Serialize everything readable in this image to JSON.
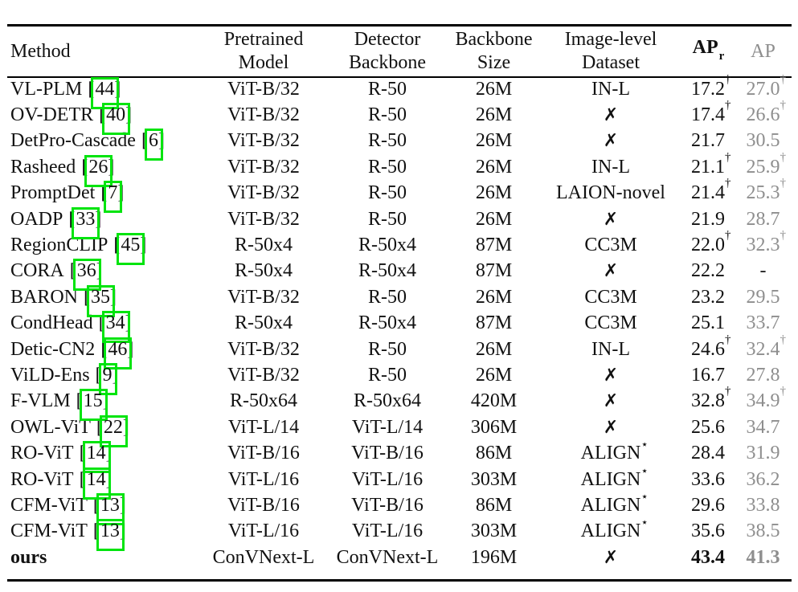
{
  "colors": {
    "link_box_green": "#00e40e",
    "secondary_metric_gray": "#8e8e8e",
    "text": "#111111"
  },
  "table": {
    "cite_brackets": {
      "open": "[",
      "close": "]"
    },
    "header": {
      "method": "Method",
      "pretrained": [
        "Pretrained",
        "Model"
      ],
      "detector": [
        "Detector",
        "Backbone"
      ],
      "size": [
        "Backbone",
        "Size"
      ],
      "dataset": [
        "Image-level",
        "Dataset"
      ],
      "apr": {
        "text": "AP",
        "sub": "r"
      },
      "ap": "AP"
    },
    "rows": [
      {
        "method": "VL-PLM",
        "cite": "44",
        "pretrained": "ViT-B/32",
        "detector": "R-50",
        "size": "26M",
        "dataset": "IN-L",
        "dataset_sup": "",
        "apr": "17.2",
        "apr_sup": "†",
        "ap": "27.0",
        "ap_sup": "†",
        "bold": false
      },
      {
        "method": "OV-DETR",
        "cite": "40",
        "pretrained": "ViT-B/32",
        "detector": "R-50",
        "size": "26M",
        "dataset": "✗",
        "dataset_sup": "",
        "apr": "17.4",
        "apr_sup": "†",
        "ap": "26.6",
        "ap_sup": "†",
        "bold": false
      },
      {
        "method": "DetPro-Cascade",
        "cite": "6",
        "pretrained": "ViT-B/32",
        "detector": "R-50",
        "size": "26M",
        "dataset": "✗",
        "dataset_sup": "",
        "apr": "21.7",
        "apr_sup": "",
        "ap": "30.5",
        "ap_sup": "",
        "bold": false
      },
      {
        "method": "Rasheed",
        "cite": "26",
        "pretrained": "ViT-B/32",
        "detector": "R-50",
        "size": "26M",
        "dataset": "IN-L",
        "dataset_sup": "",
        "apr": "21.1",
        "apr_sup": "†",
        "ap": "25.9",
        "ap_sup": "†",
        "bold": false
      },
      {
        "method": "PromptDet",
        "cite": "7",
        "pretrained": "ViT-B/32",
        "detector": "R-50",
        "size": "26M",
        "dataset": "LAION-novel",
        "dataset_sup": "",
        "apr": "21.4",
        "apr_sup": "†",
        "ap": "25.3",
        "ap_sup": "†",
        "bold": false
      },
      {
        "method": "OADP",
        "cite": "33",
        "pretrained": "ViT-B/32",
        "detector": "R-50",
        "size": "26M",
        "dataset": "✗",
        "dataset_sup": "",
        "apr": "21.9",
        "apr_sup": "",
        "ap": "28.7",
        "ap_sup": "",
        "bold": false
      },
      {
        "method": "RegionCLIP",
        "cite": "45",
        "pretrained": "R-50x4",
        "detector": "R-50x4",
        "size": "87M",
        "dataset": "CC3M",
        "dataset_sup": "",
        "apr": "22.0",
        "apr_sup": "†",
        "ap": "32.3",
        "ap_sup": "†",
        "bold": false
      },
      {
        "method": "CORA",
        "cite": "36",
        "pretrained": "R-50x4",
        "detector": "R-50x4",
        "size": "87M",
        "dataset": "✗",
        "dataset_sup": "",
        "apr": "22.2",
        "apr_sup": "",
        "ap": "-",
        "ap_sup": "",
        "bold": false
      },
      {
        "method": "BARON",
        "cite": "35",
        "pretrained": "ViT-B/32",
        "detector": "R-50",
        "size": "26M",
        "dataset": "CC3M",
        "dataset_sup": "",
        "apr": "23.2",
        "apr_sup": "",
        "ap": "29.5",
        "ap_sup": "",
        "bold": false
      },
      {
        "method": "CondHead",
        "cite": "34",
        "pretrained": "R-50x4",
        "detector": "R-50x4",
        "size": "87M",
        "dataset": "CC3M",
        "dataset_sup": "",
        "apr": "25.1",
        "apr_sup": "",
        "ap": "33.7",
        "ap_sup": "",
        "bold": false
      },
      {
        "method": "Detic-CN2",
        "cite": "46",
        "pretrained": "ViT-B/32",
        "detector": "R-50",
        "size": "26M",
        "dataset": "IN-L",
        "dataset_sup": "",
        "apr": "24.6",
        "apr_sup": "†",
        "ap": "32.4",
        "ap_sup": "†",
        "bold": false
      },
      {
        "method": "ViLD-Ens",
        "cite": "9",
        "pretrained": "ViT-B/32",
        "detector": "R-50",
        "size": "26M",
        "dataset": "✗",
        "dataset_sup": "",
        "apr": "16.7",
        "apr_sup": "",
        "ap": "27.8",
        "ap_sup": "",
        "bold": false
      },
      {
        "method": "F-VLM",
        "cite": "15",
        "pretrained": "R-50x64",
        "detector": "R-50x64",
        "size": "420M",
        "dataset": "✗",
        "dataset_sup": "",
        "apr": "32.8",
        "apr_sup": "†",
        "ap": "34.9",
        "ap_sup": "†",
        "bold": false
      },
      {
        "method": "OWL-ViT",
        "cite": "22",
        "pretrained": "ViT-L/14",
        "detector": "ViT-L/14",
        "size": "306M",
        "dataset": "✗",
        "dataset_sup": "",
        "apr": "25.6",
        "apr_sup": "",
        "ap": "34.7",
        "ap_sup": "",
        "bold": false
      },
      {
        "method": "RO-ViT",
        "cite": "14",
        "pretrained": "ViT-B/16",
        "detector": "ViT-B/16",
        "size": "86M",
        "dataset": "ALIGN",
        "dataset_sup": "⋆",
        "apr": "28.4",
        "apr_sup": "",
        "ap": "31.9",
        "ap_sup": "",
        "bold": false
      },
      {
        "method": "RO-ViT",
        "cite": "14",
        "pretrained": "ViT-L/16",
        "detector": "ViT-L/16",
        "size": "303M",
        "dataset": "ALIGN",
        "dataset_sup": "⋆",
        "apr": "33.6",
        "apr_sup": "",
        "ap": "36.2",
        "ap_sup": "",
        "bold": false
      },
      {
        "method": "CFM-ViT",
        "cite": "13",
        "pretrained": "ViT-B/16",
        "detector": "ViT-B/16",
        "size": "86M",
        "dataset": "ALIGN",
        "dataset_sup": "⋆",
        "apr": "29.6",
        "apr_sup": "",
        "ap": "33.8",
        "ap_sup": "",
        "bold": false
      },
      {
        "method": "CFM-ViT",
        "cite": "13",
        "pretrained": "ViT-L/16",
        "detector": "ViT-L/16",
        "size": "303M",
        "dataset": "ALIGN",
        "dataset_sup": "⋆",
        "apr": "35.6",
        "apr_sup": "",
        "ap": "38.5",
        "ap_sup": "",
        "bold": false
      },
      {
        "method": "ours",
        "cite": null,
        "pretrained": "ConVNext-L",
        "detector": "ConVNext-L",
        "size": "196M",
        "dataset": "✗",
        "dataset_sup": "",
        "apr": "43.4",
        "apr_sup": "",
        "ap": "41.3",
        "ap_sup": "",
        "bold": true
      }
    ]
  }
}
